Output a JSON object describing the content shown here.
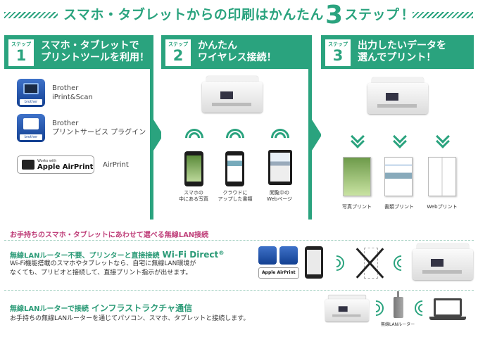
{
  "header": {
    "title_pre": "スマホ・タブレットからの印刷はかんたん",
    "title_num": "3",
    "title_post": "ステップ",
    "title_bang": "！"
  },
  "steps": [
    {
      "badge_label": "ステップ",
      "badge_num": "1",
      "text": "スマホ・タブレットで\nプリントツールを利用！"
    },
    {
      "badge_label": "ステップ",
      "badge_num": "2",
      "text": "かんたん\nワイヤレス接続！"
    },
    {
      "badge_label": "ステップ",
      "badge_num": "3",
      "text": "出力したいデータを\n選んでプリント！"
    }
  ],
  "apps": {
    "iprint": {
      "label": "Brother\niPrint&Scan",
      "tag": "brother"
    },
    "service": {
      "label": "Brother\nプリントサービス プラグイン",
      "tag": "brother"
    },
    "airprint": {
      "badge_small": "Works with",
      "badge_main": "Apple AirPrint",
      "label": "AirPrint"
    }
  },
  "devices": [
    {
      "caption": "スマホの\n中にある写真"
    },
    {
      "caption": "クラウドに\nアップした書類"
    },
    {
      "caption": "閲覧中の\nWebページ"
    }
  ],
  "outputs": [
    {
      "caption": "写真プリント"
    },
    {
      "caption": "書類プリント"
    },
    {
      "caption": "Webプリント"
    }
  ],
  "section": {
    "title": "お手持ちのスマホ・タブレットにあわせて選べる無線LAN接続"
  },
  "direct": {
    "lead": "無線LANルーター不要、プリンターと直接接続",
    "name": "Wi-Fi Direct",
    "mark": "®",
    "body": "Wi-Fi機能搭載のスマホやタブレットなら、自宅に無線LAN環境が\nなくても、プリビオと接続して、直接プリント指示が出せます。",
    "mini_airprint": "Apple AirPrint"
  },
  "infra": {
    "lead": "無線LANルーターで接続",
    "name": "インフラストラクチャ通信",
    "body": "お手持ちの無線LANルーターを通じてパソコン、スマホ、タブレットと接続します。",
    "router_caption": "無線LANルーター"
  },
  "colors": {
    "accent": "#2aa37e",
    "section_title": "#c0417b"
  }
}
